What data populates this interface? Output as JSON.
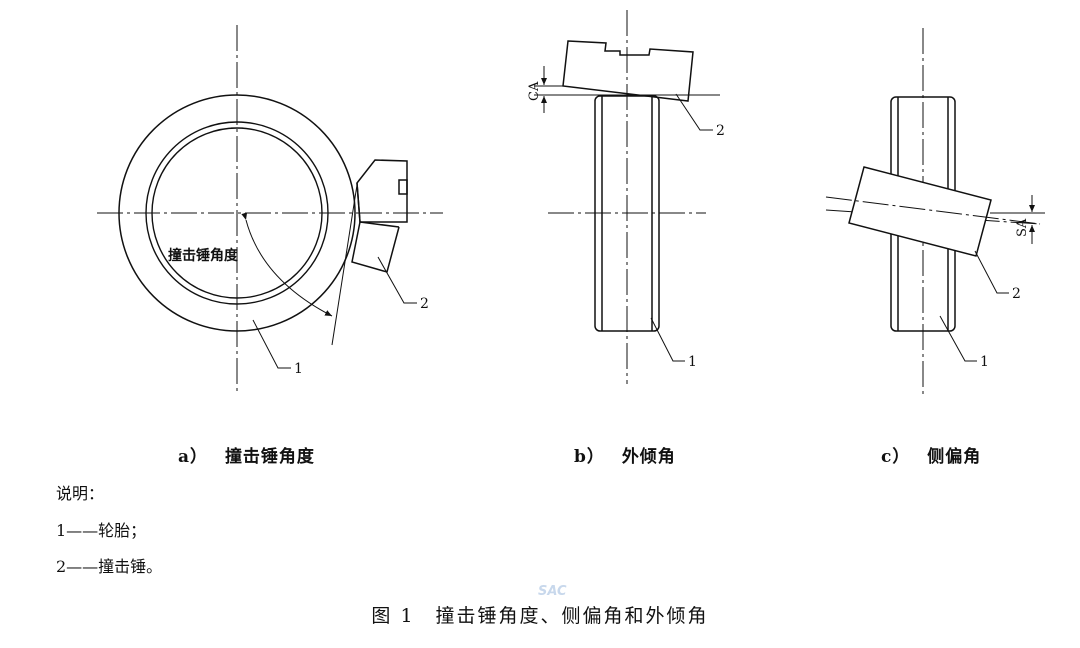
{
  "diagram": {
    "a": {
      "caption_letter": "a）",
      "caption_text": "撞击锤角度",
      "angle_label": "撞击锤角度",
      "callout_1": "1",
      "callout_2": "2"
    },
    "b": {
      "caption_letter": "b）",
      "caption_text": "外倾角",
      "dim_label": "CA",
      "callout_1": "1",
      "callout_2": "2"
    },
    "c": {
      "caption_letter": "c）",
      "caption_text": "侧偏角",
      "dim_label": "SA",
      "callout_1": "1",
      "callout_2": "2"
    }
  },
  "legend": {
    "title": "说明：",
    "items": [
      "1——轮胎；",
      "2——撞击锤。"
    ]
  },
  "figure_title": "图 1　撞击锤角度、侧偏角和外倾角",
  "watermark": "SAC",
  "colors": {
    "line": "#111111",
    "watermark": "#c8d8ec"
  }
}
